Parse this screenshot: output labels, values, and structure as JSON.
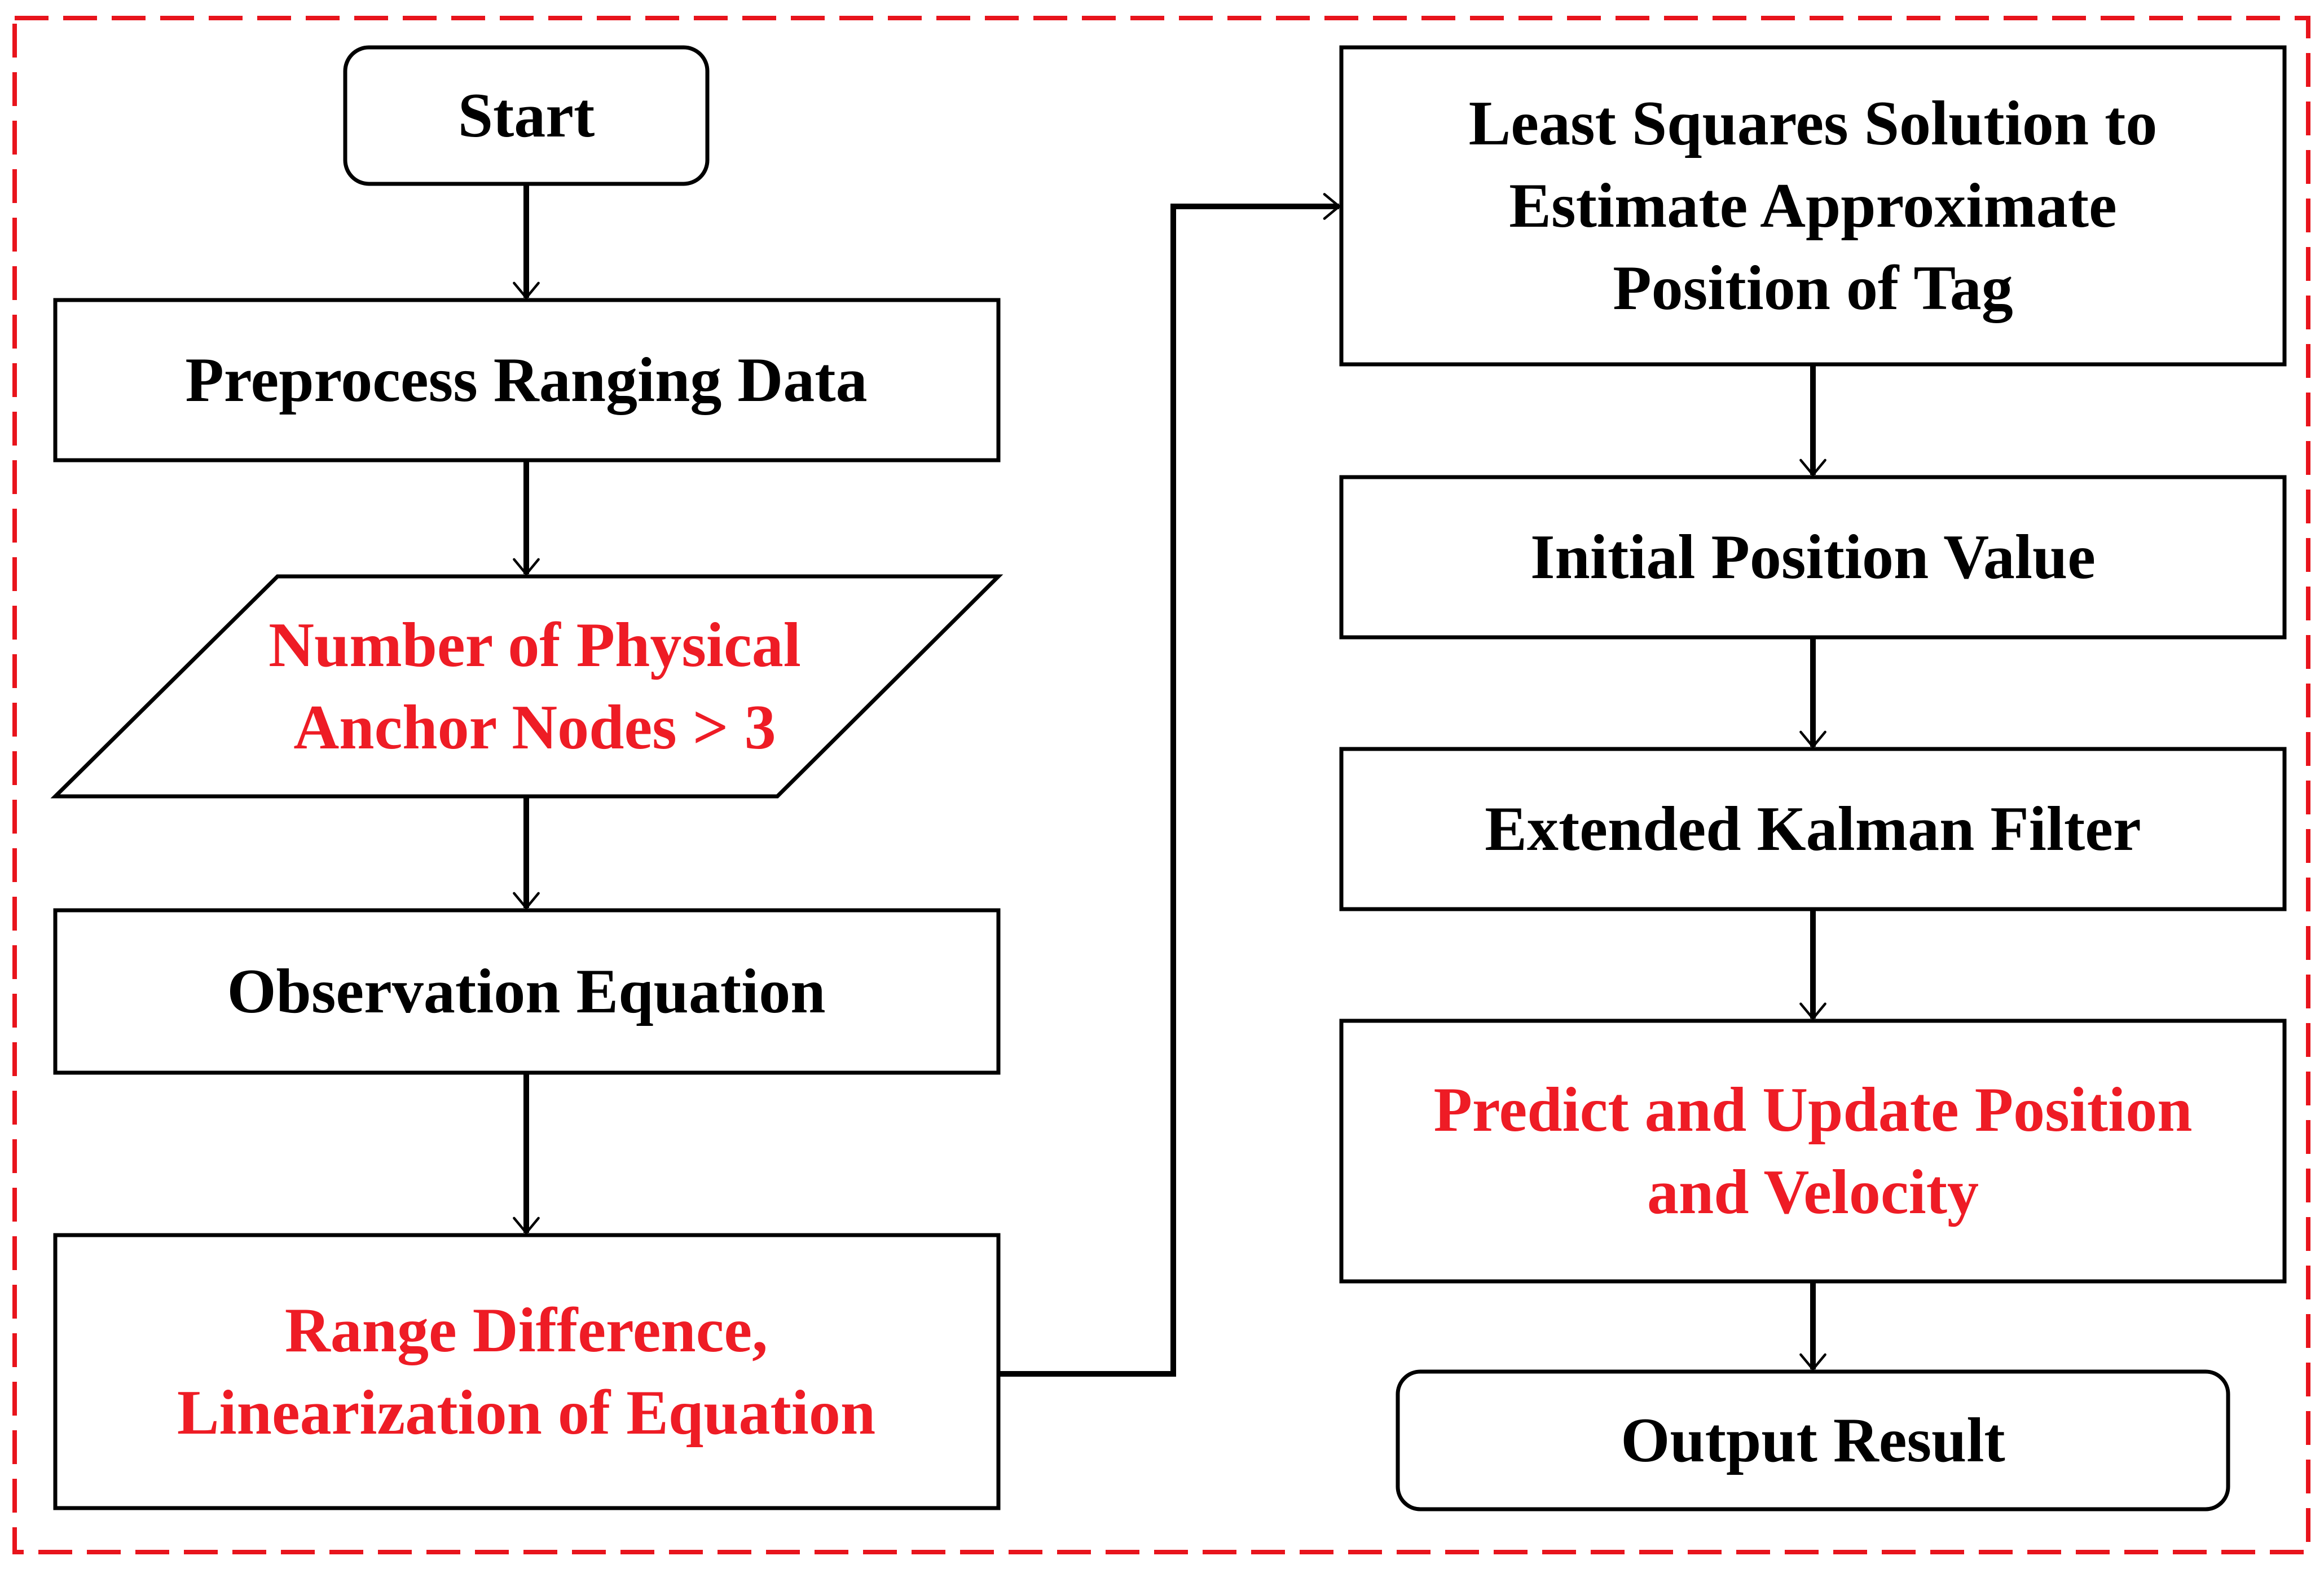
{
  "colors": {
    "frame": "#e8141c",
    "stroke": "#000000",
    "text_black": "#000000",
    "text_red": "#ee1c25"
  },
  "nodes": {
    "start": {
      "lines": [
        "Start"
      ]
    },
    "preprocess": {
      "lines": [
        "Preprocess Ranging Data"
      ]
    },
    "anchor_check": {
      "lines": [
        "Number of Physical",
        "Anchor Nodes > 3"
      ]
    },
    "observation": {
      "lines": [
        "Observation Equation"
      ]
    },
    "range_difference": {
      "lines": [
        "Range Difference,",
        "Linearization of Equation"
      ]
    },
    "least_squares": {
      "lines": [
        "Least Squares Solution to",
        "Estimate Approximate",
        "Position of Tag"
      ]
    },
    "initial_position": {
      "lines": [
        "Initial Position Value"
      ]
    },
    "ekf": {
      "lines": [
        "Extended Kalman Filter"
      ]
    },
    "predict_update": {
      "lines": [
        "Predict and Update Position",
        "and Velocity"
      ]
    },
    "output": {
      "lines": [
        "Output Result"
      ]
    }
  }
}
